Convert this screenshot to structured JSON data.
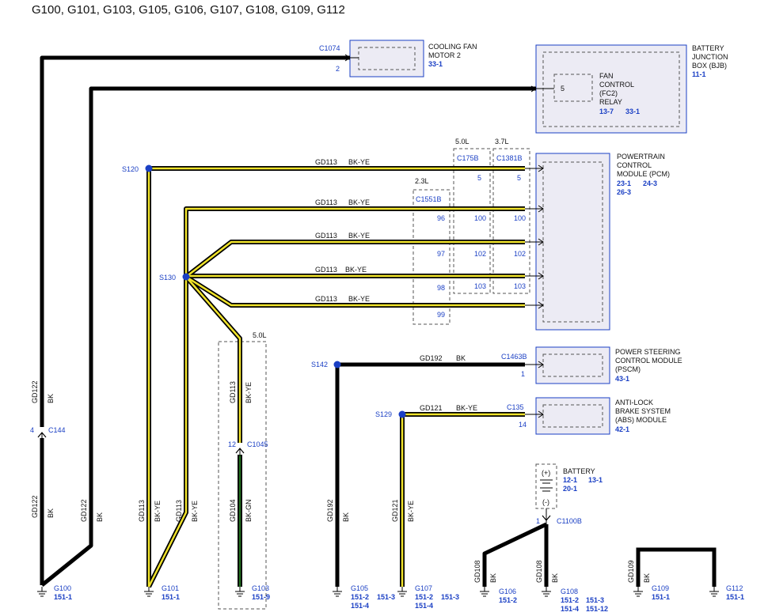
{
  "title": "G100, G101, G103, G105, G106, G107, G108, G109, G112",
  "components": {
    "cooling_fan": {
      "name_l1": "COOLING FAN",
      "name_l2": "MOTOR 2",
      "ref": "33-1",
      "connector": "C1074",
      "pin": "2"
    },
    "bjb": {
      "name_l1": "BATTERY",
      "name_l2": "JUNCTION",
      "name_l3": "BOX (BJB)",
      "ref": "11-1",
      "relay_l1": "FAN",
      "relay_l2": "CONTROL",
      "relay_l3": "(FC2)",
      "relay_l4": "RELAY",
      "relay_ref1": "13-7",
      "relay_ref2": "33-1",
      "relay_pin": "5"
    },
    "pcm": {
      "name_l1": "POWERTRAIN",
      "name_l2": "CONTROL",
      "name_l3": "MODULE (PCM)",
      "ref1": "23-1",
      "ref2": "24-3",
      "ref3": "26-3"
    },
    "pscm": {
      "name_l1": "POWER STEERING",
      "name_l2": "CONTROL MODULE",
      "name_l3": "(PSCM)",
      "ref": "43-1",
      "connector": "C1463B",
      "pin": "1"
    },
    "abs": {
      "name_l1": "ANTI-LOCK",
      "name_l2": "BRAKE SYSTEM",
      "name_l3": "(ABS) MODULE",
      "ref": "42-1",
      "connector": "C135",
      "pin": "14"
    },
    "battery": {
      "name": "BATTERY",
      "ref1": "12-1",
      "ref2": "13-1",
      "ref3": "20-1",
      "plus": "(+)",
      "minus": "(-)",
      "connector": "C1100B",
      "pin": "1"
    }
  },
  "pcm_connectors": {
    "c1551b": {
      "engine": "2.3L",
      "name": "C1551B",
      "pins": [
        "96",
        "97",
        "98",
        "99"
      ]
    },
    "c175b": {
      "engine": "5.0L",
      "name": "C175B",
      "pins": [
        "5",
        "100",
        "102",
        "103"
      ]
    },
    "c1381b": {
      "engine": "3.7L",
      "name": "C1381B",
      "pins": [
        "5",
        "100",
        "102",
        "103"
      ]
    }
  },
  "splices": {
    "s120": "S120",
    "s130": "S130",
    "s142": "S142",
    "s129": "S129"
  },
  "inline": {
    "c144": {
      "name": "C144",
      "pin": "4"
    },
    "c1045": {
      "name": "C1045",
      "pin": "12",
      "engine": "5.0L"
    }
  },
  "wires": {
    "gd113": "GD113",
    "bkye": "BK-YE",
    "gd122": "GD122",
    "bk": "BK",
    "gd104": "GD104",
    "bkgn": "BK-GN",
    "gd192": "GD192",
    "gd121": "GD121",
    "gd108": "GD108",
    "gd109": "GD109"
  },
  "grounds": {
    "g100": {
      "name": "G100",
      "refs": [
        "151-1"
      ]
    },
    "g101": {
      "name": "G101",
      "refs": [
        "151-1"
      ]
    },
    "g103": {
      "name": "G103",
      "refs": [
        "151-9"
      ]
    },
    "g105": {
      "name": "G105",
      "refs": [
        "151-2",
        "151-3",
        "151-4"
      ]
    },
    "g107": {
      "name": "G107",
      "refs": [
        "151-2",
        "151-3",
        "151-4"
      ]
    },
    "g106": {
      "name": "G106",
      "refs": [
        "151-2"
      ]
    },
    "g108": {
      "name": "G108",
      "refs": [
        "151-2",
        "151-3",
        "151-4",
        "151-12"
      ]
    },
    "g109": {
      "name": "G109",
      "refs": [
        "151-1"
      ]
    },
    "g112": {
      "name": "G112",
      "refs": [
        "151-1"
      ]
    }
  },
  "colors": {
    "component_border": "#1a3fc4",
    "component_fill": "#ecebf4",
    "reference": "#1a3fc4",
    "wire_black": "#000000",
    "wire_yellow": "#f0e32a",
    "wire_green": "#1f6b1c"
  }
}
